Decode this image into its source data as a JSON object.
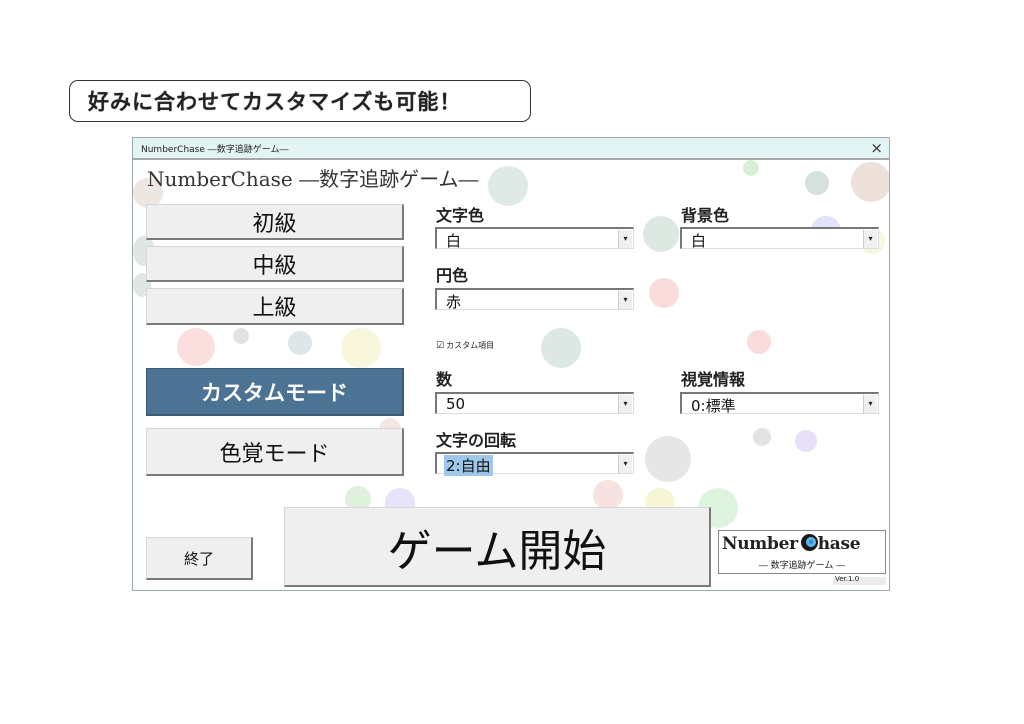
{
  "banner": {
    "text": "好みに合わせてカスタマイズも可能！"
  },
  "window": {
    "title": "NumberChase ―数字追跡ゲーム―",
    "close_icon": "×",
    "app_title": "NumberChase ―数字追跡ゲーム―"
  },
  "left_buttons": {
    "beginner": "初級",
    "intermediate": "中級",
    "advanced": "上級",
    "custom_mode": "カスタムモード",
    "color_vision_mode": "色覚モード",
    "exit": "終了"
  },
  "settings": {
    "text_color": {
      "label": "文字色",
      "value": "白"
    },
    "background_color": {
      "label": "背景色",
      "value": "白"
    },
    "circle_color": {
      "label": "円色",
      "value": "赤"
    },
    "custom_items": {
      "label": "カスタム項目",
      "checked": true,
      "check_glyph": "☑"
    },
    "count": {
      "label": "数",
      "value": "50"
    },
    "visual_info": {
      "label": "視覚情報",
      "value": "0:標準"
    },
    "text_rotation": {
      "label": "文字の回転",
      "value": "2:自由"
    },
    "dropdown_arrow": "▾"
  },
  "start_button": {
    "label": "ゲーム開始"
  },
  "logo": {
    "main_a": "Number",
    "main_b": "hase",
    "sub": "― 数字追跡ゲーム ―",
    "version": "Ver.1.0"
  },
  "colors": {
    "accent": "#4c7393",
    "titlebar": "#e2f4f4",
    "button": "#efefef",
    "highlight": "#9fc7ec"
  }
}
